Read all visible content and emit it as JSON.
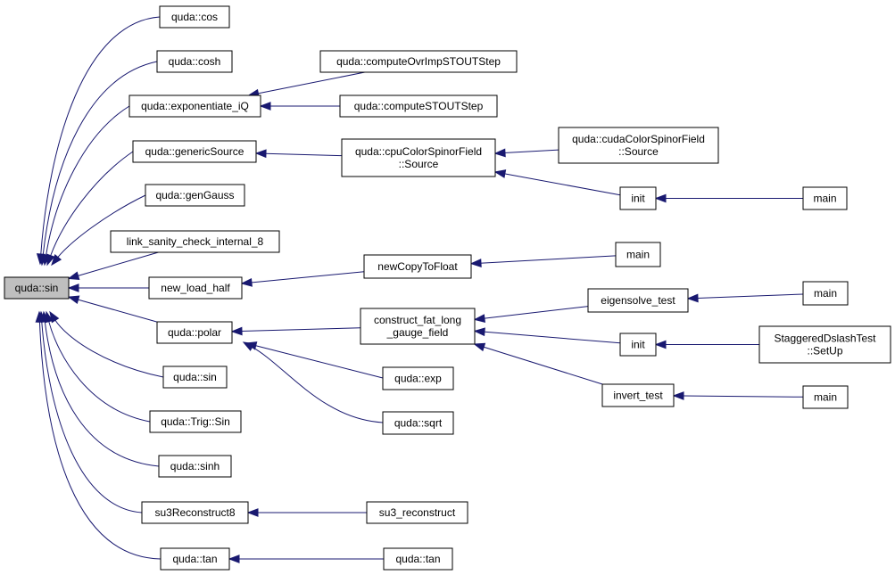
{
  "colors": {
    "edge": "#191970",
    "root_fill": "#bfbfbf",
    "node_fill": "#ffffff",
    "border": "#000000"
  },
  "nodes": [
    {
      "id": "root",
      "lines": [
        "quda::sin"
      ],
      "root": true
    },
    {
      "id": "cos",
      "lines": [
        "quda::cos"
      ]
    },
    {
      "id": "cosh",
      "lines": [
        "quda::cosh"
      ]
    },
    {
      "id": "expiq",
      "lines": [
        "quda::exponentiate_iQ"
      ]
    },
    {
      "id": "generic",
      "lines": [
        "quda::genericSource"
      ]
    },
    {
      "id": "gengauss",
      "lines": [
        "quda::genGauss"
      ]
    },
    {
      "id": "linksanity",
      "lines": [
        "link_sanity_check_internal_8"
      ]
    },
    {
      "id": "newload",
      "lines": [
        "new_load_half"
      ]
    },
    {
      "id": "polar",
      "lines": [
        "quda::polar"
      ]
    },
    {
      "id": "sin2",
      "lines": [
        "quda::sin"
      ]
    },
    {
      "id": "trigsin",
      "lines": [
        "quda::Trig::Sin"
      ]
    },
    {
      "id": "sinh",
      "lines": [
        "quda::sinh"
      ]
    },
    {
      "id": "su3rec8",
      "lines": [
        "su3Reconstruct8"
      ]
    },
    {
      "id": "tan1",
      "lines": [
        "quda::tan"
      ]
    },
    {
      "id": "ovrimp",
      "lines": [
        "quda::computeOvrImpSTOUTStep"
      ]
    },
    {
      "id": "stout",
      "lines": [
        "quda::computeSTOUTStep"
      ]
    },
    {
      "id": "cpucsf",
      "lines": [
        "quda::cpuColorSpinorField",
        "::Source"
      ]
    },
    {
      "id": "cudacsf",
      "lines": [
        "quda::cudaColorSpinorField",
        "::Source"
      ]
    },
    {
      "id": "init1",
      "lines": [
        "init"
      ]
    },
    {
      "id": "main1",
      "lines": [
        "main"
      ]
    },
    {
      "id": "newcopy",
      "lines": [
        "newCopyToFloat"
      ]
    },
    {
      "id": "main2",
      "lines": [
        "main"
      ]
    },
    {
      "id": "cfl",
      "lines": [
        "construct_fat_long",
        "_gauge_field"
      ]
    },
    {
      "id": "qexp",
      "lines": [
        "quda::exp"
      ]
    },
    {
      "id": "qsqrt",
      "lines": [
        "quda::sqrt"
      ]
    },
    {
      "id": "eigen",
      "lines": [
        "eigensolve_test"
      ]
    },
    {
      "id": "main3",
      "lines": [
        "main"
      ]
    },
    {
      "id": "init2",
      "lines": [
        "init"
      ]
    },
    {
      "id": "sdslash",
      "lines": [
        "StaggeredDslashTest",
        "::SetUp"
      ]
    },
    {
      "id": "invert",
      "lines": [
        "invert_test"
      ]
    },
    {
      "id": "main4",
      "lines": [
        "main"
      ]
    },
    {
      "id": "su3r",
      "lines": [
        "su3_reconstruct"
      ]
    },
    {
      "id": "tan2",
      "lines": [
        "quda::tan"
      ]
    }
  ],
  "edges": [
    {
      "from": "cos",
      "to": "root"
    },
    {
      "from": "cosh",
      "to": "root"
    },
    {
      "from": "expiq",
      "to": "root"
    },
    {
      "from": "generic",
      "to": "root"
    },
    {
      "from": "gengauss",
      "to": "root"
    },
    {
      "from": "linksanity",
      "to": "root"
    },
    {
      "from": "newload",
      "to": "root"
    },
    {
      "from": "polar",
      "to": "root"
    },
    {
      "from": "sin2",
      "to": "root"
    },
    {
      "from": "trigsin",
      "to": "root"
    },
    {
      "from": "sinh",
      "to": "root"
    },
    {
      "from": "su3rec8",
      "to": "root"
    },
    {
      "from": "tan1",
      "to": "root"
    },
    {
      "from": "ovrimp",
      "to": "expiq"
    },
    {
      "from": "stout",
      "to": "expiq"
    },
    {
      "from": "cpucsf",
      "to": "generic"
    },
    {
      "from": "cudacsf",
      "to": "cpucsf"
    },
    {
      "from": "init1",
      "to": "cpucsf"
    },
    {
      "from": "main1",
      "to": "init1"
    },
    {
      "from": "newcopy",
      "to": "newload"
    },
    {
      "from": "main2",
      "to": "newcopy"
    },
    {
      "from": "cfl",
      "to": "polar"
    },
    {
      "from": "qexp",
      "to": "polar"
    },
    {
      "from": "qsqrt",
      "to": "polar"
    },
    {
      "from": "eigen",
      "to": "cfl"
    },
    {
      "from": "init2",
      "to": "cfl"
    },
    {
      "from": "invert",
      "to": "cfl"
    },
    {
      "from": "main3",
      "to": "eigen"
    },
    {
      "from": "sdslash",
      "to": "init2"
    },
    {
      "from": "main4",
      "to": "invert"
    },
    {
      "from": "su3r",
      "to": "su3rec8"
    },
    {
      "from": "tan2",
      "to": "tan1"
    }
  ]
}
